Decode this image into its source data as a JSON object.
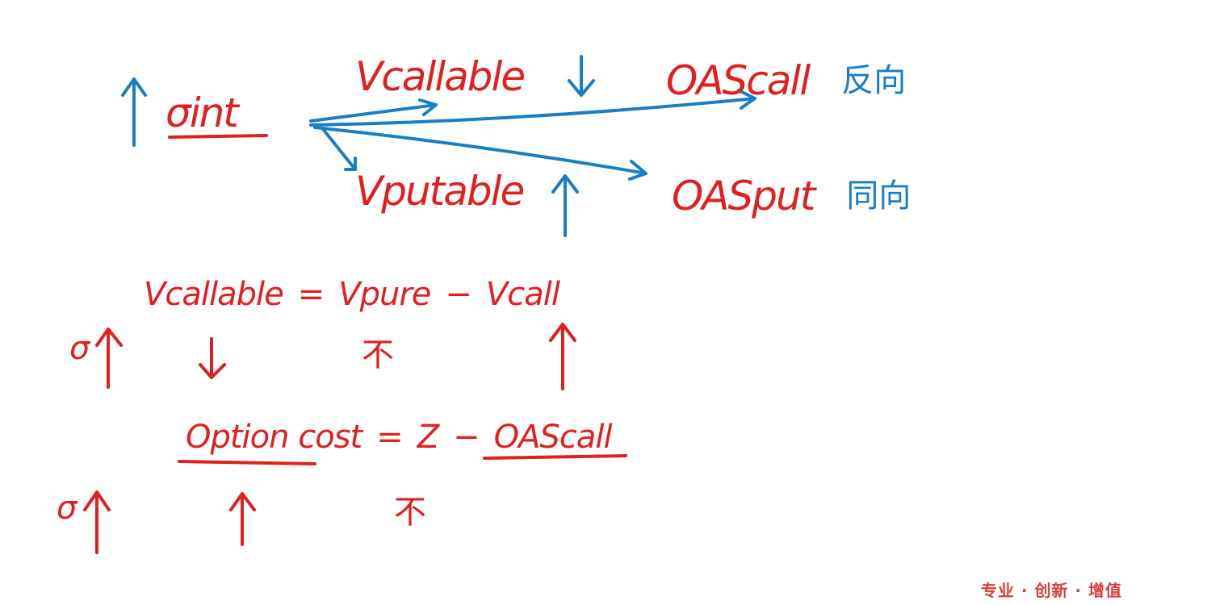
{
  "notes": {
    "sigma_int": "σint",
    "v_callable": "Vcallable",
    "oas_call": "OAScall",
    "reverse": "反向",
    "v_putable": "Vputable",
    "oas_put": "OASput",
    "same_direction": "同向",
    "eq1_lhs": "Vcallable",
    "eq1_eq": "=",
    "eq1_pure": "Vpure",
    "eq1_minus": "−",
    "eq1_call": "Vcall",
    "row1_sigma": "σ",
    "row1_not": "不",
    "eq2_lhs": "Option cost",
    "eq2_eq": "=",
    "eq2_z": "Z",
    "eq2_minus": "−",
    "eq2_oas": "OAScall",
    "row2_sigma": "σ",
    "row2_not": "不"
  },
  "watermark": "专业 · 创新 · 增值",
  "colors": {
    "red": "#e02020",
    "blue": "#1a7ec4"
  }
}
